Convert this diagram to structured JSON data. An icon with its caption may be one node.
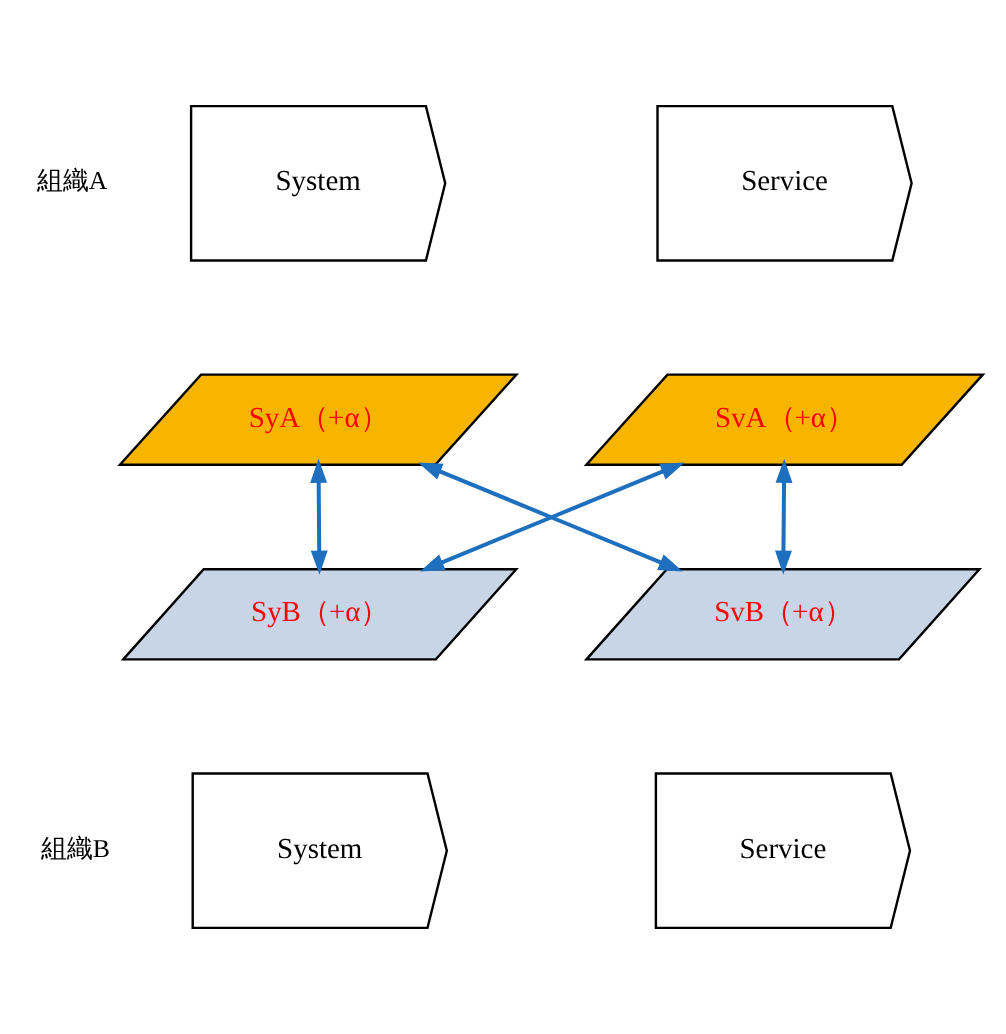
{
  "diagram": {
    "nodes": [
      {
        "text": [
          "System"
        ]
      },
      {
        "text": [
          "Service"
        ]
      },
      {
        "text": [
          "SyA（+α）"
        ]
      },
      {
        "text": [
          "SvA（+α）"
        ]
      },
      {
        "text": [
          "SyB（+α）"
        ]
      },
      {
        "text": [
          "SvB（+α）"
        ]
      },
      {
        "text": [
          "System"
        ]
      },
      {
        "text": [
          "Service"
        ]
      }
    ],
    "edges": [
      {
        "from": 2,
        "to": 4,
        "arrow": "both"
      },
      {
        "from": 2,
        "to": 5,
        "arrow": "both"
      },
      {
        "from": 3,
        "to": 4,
        "arrow": "both"
      },
      {
        "from": 3,
        "to": 5,
        "arrow": "both"
      }
    ],
    "labels": [
      "組織A",
      "組織B"
    ]
  }
}
